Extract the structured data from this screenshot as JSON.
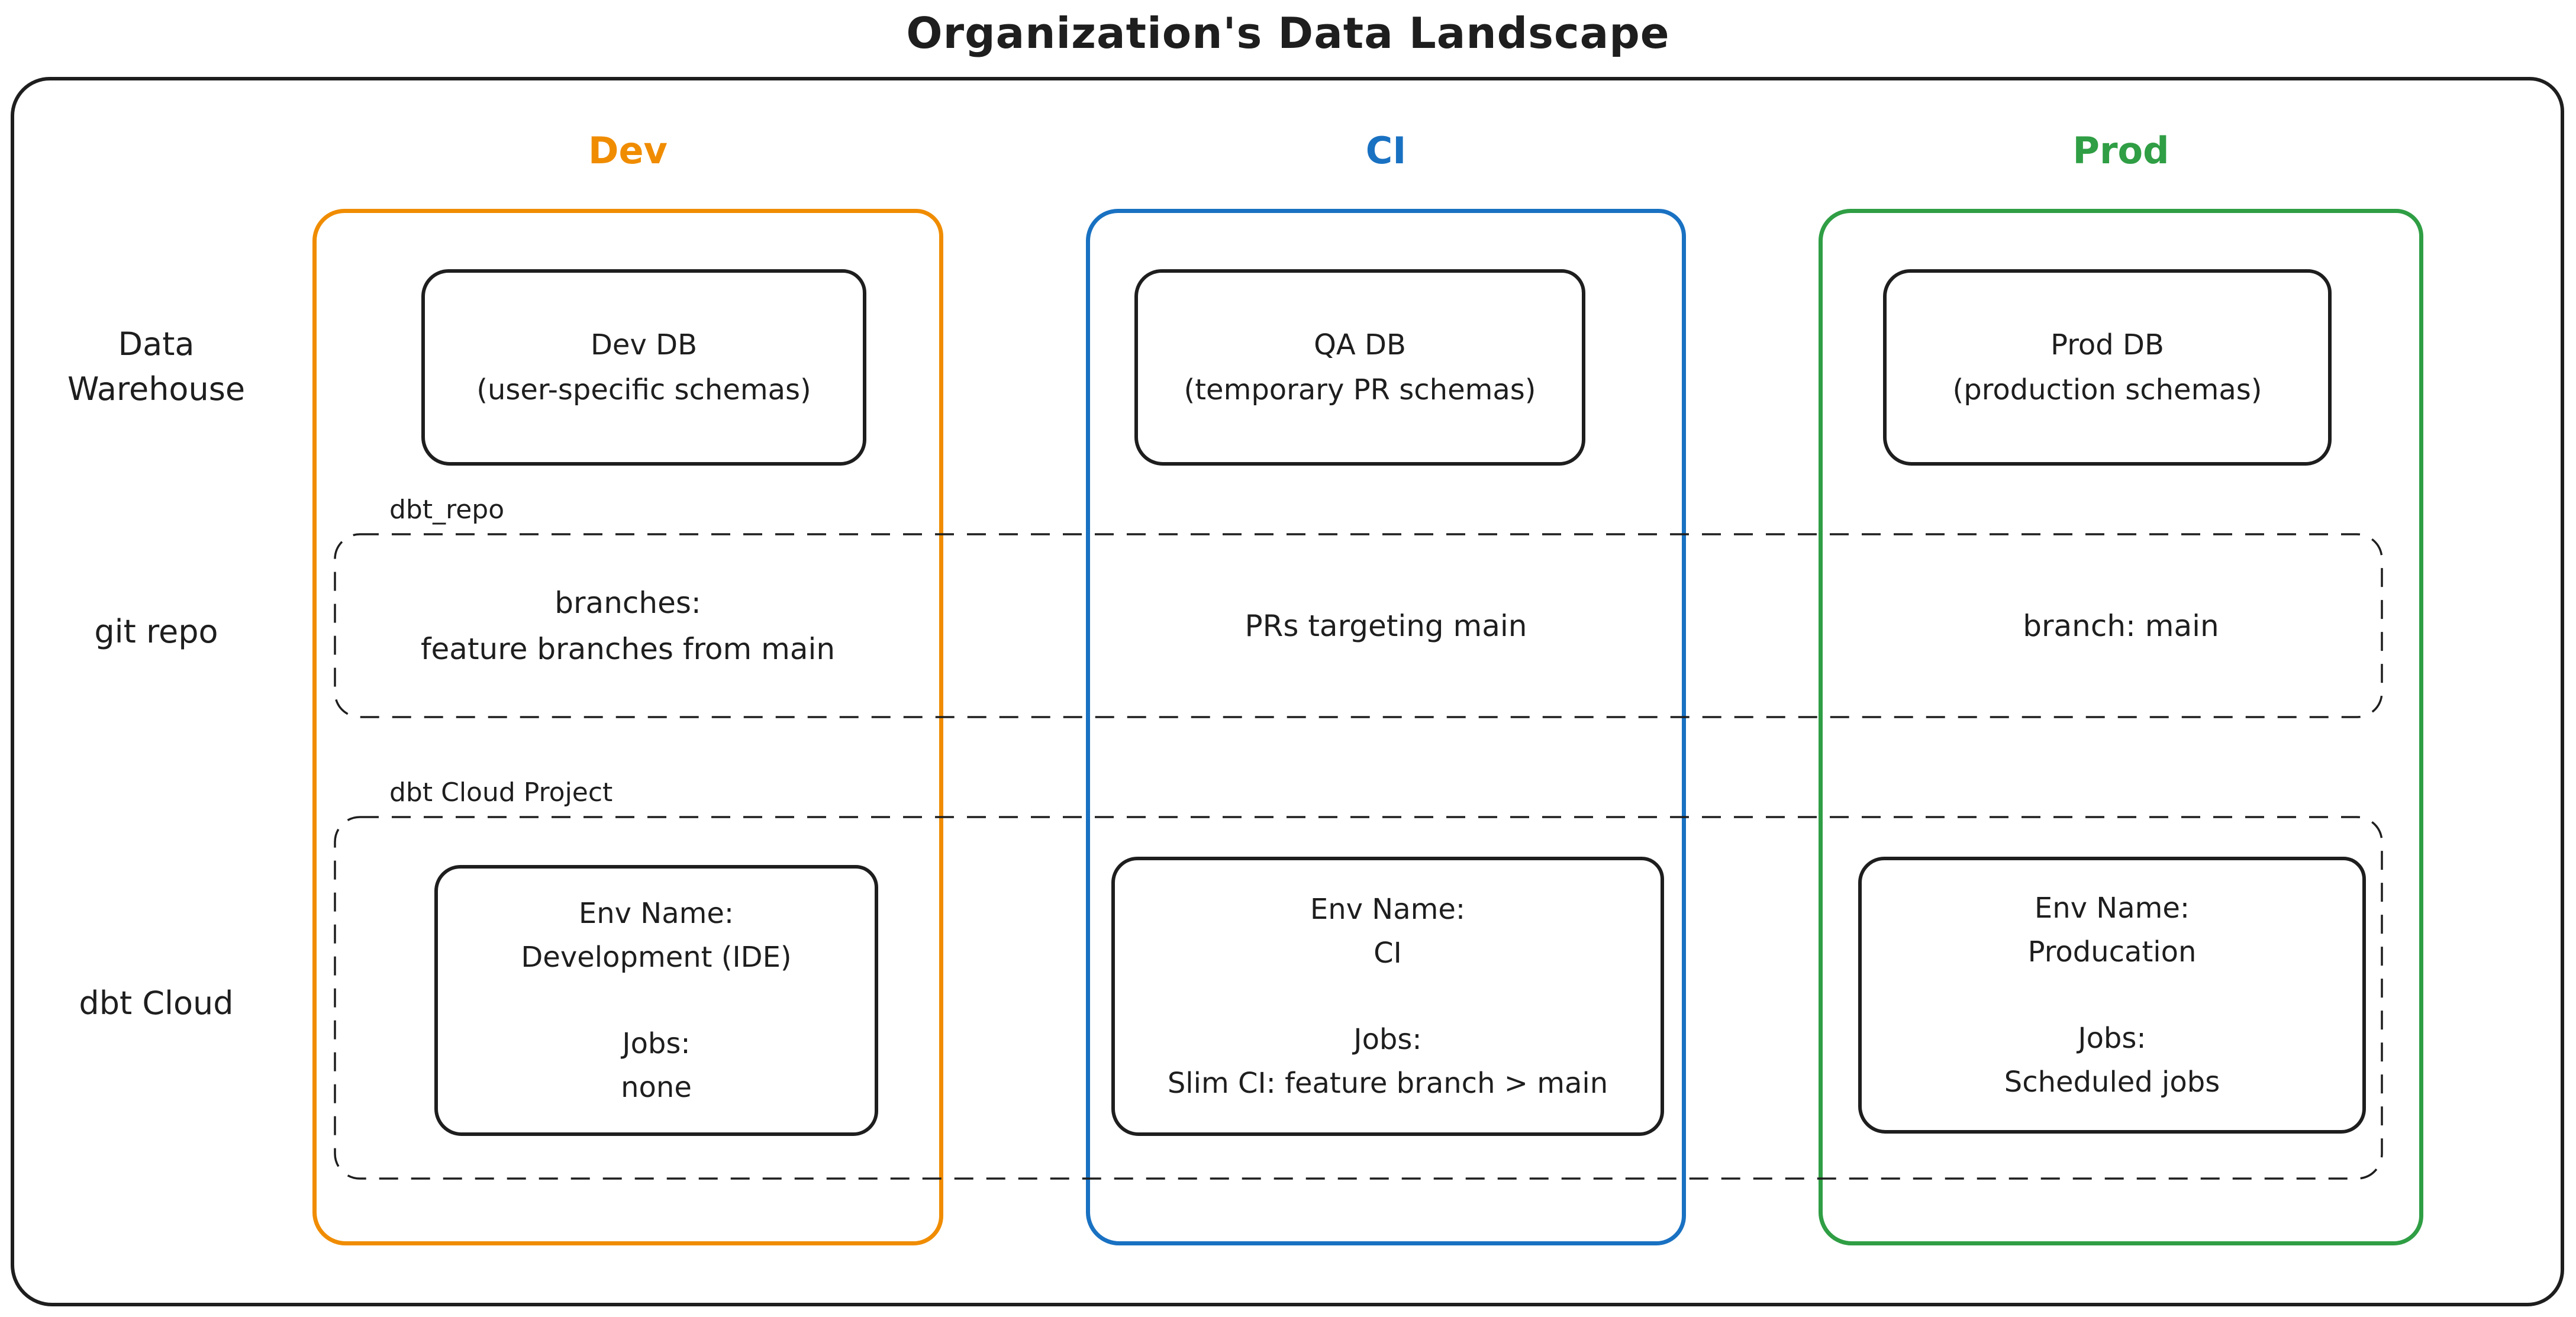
{
  "title": "Organization's Data Landscape",
  "colors": {
    "dev": "#f08c00",
    "ci": "#1971c2",
    "prod": "#2f9e44",
    "ink": "#1e1e1e"
  },
  "row_labels": {
    "warehouse": "Data Warehouse",
    "git": "git repo",
    "cloud": "dbt Cloud"
  },
  "group_labels": {
    "git": "dbt_repo",
    "cloud": "dbt Cloud Project"
  },
  "columns": [
    {
      "label": "Dev",
      "db": {
        "name": "Dev DB",
        "schemas": "(user-specific schemas)"
      },
      "git": {
        "line1": "branches:",
        "line2": "feature branches from main"
      },
      "cloud": {
        "env_label": "Env Name:",
        "env_name": "Development (IDE)",
        "jobs_label": "Jobs:",
        "jobs": "none"
      }
    },
    {
      "label": "CI",
      "db": {
        "name": "QA DB",
        "schemas": "(temporary PR schemas)"
      },
      "git": {
        "line1": "PRs targeting main"
      },
      "cloud": {
        "env_label": "Env Name:",
        "env_name": "CI",
        "jobs_label": "Jobs:",
        "jobs": "Slim CI: feature branch > main"
      }
    },
    {
      "label": "Prod",
      "db": {
        "name": "Prod DB",
        "schemas": "(production schemas)"
      },
      "git": {
        "line1": "branch: main"
      },
      "cloud": {
        "env_label": "Env Name:",
        "env_name": "Producation",
        "jobs_label": "Jobs:",
        "jobs": "Scheduled jobs"
      }
    }
  ]
}
